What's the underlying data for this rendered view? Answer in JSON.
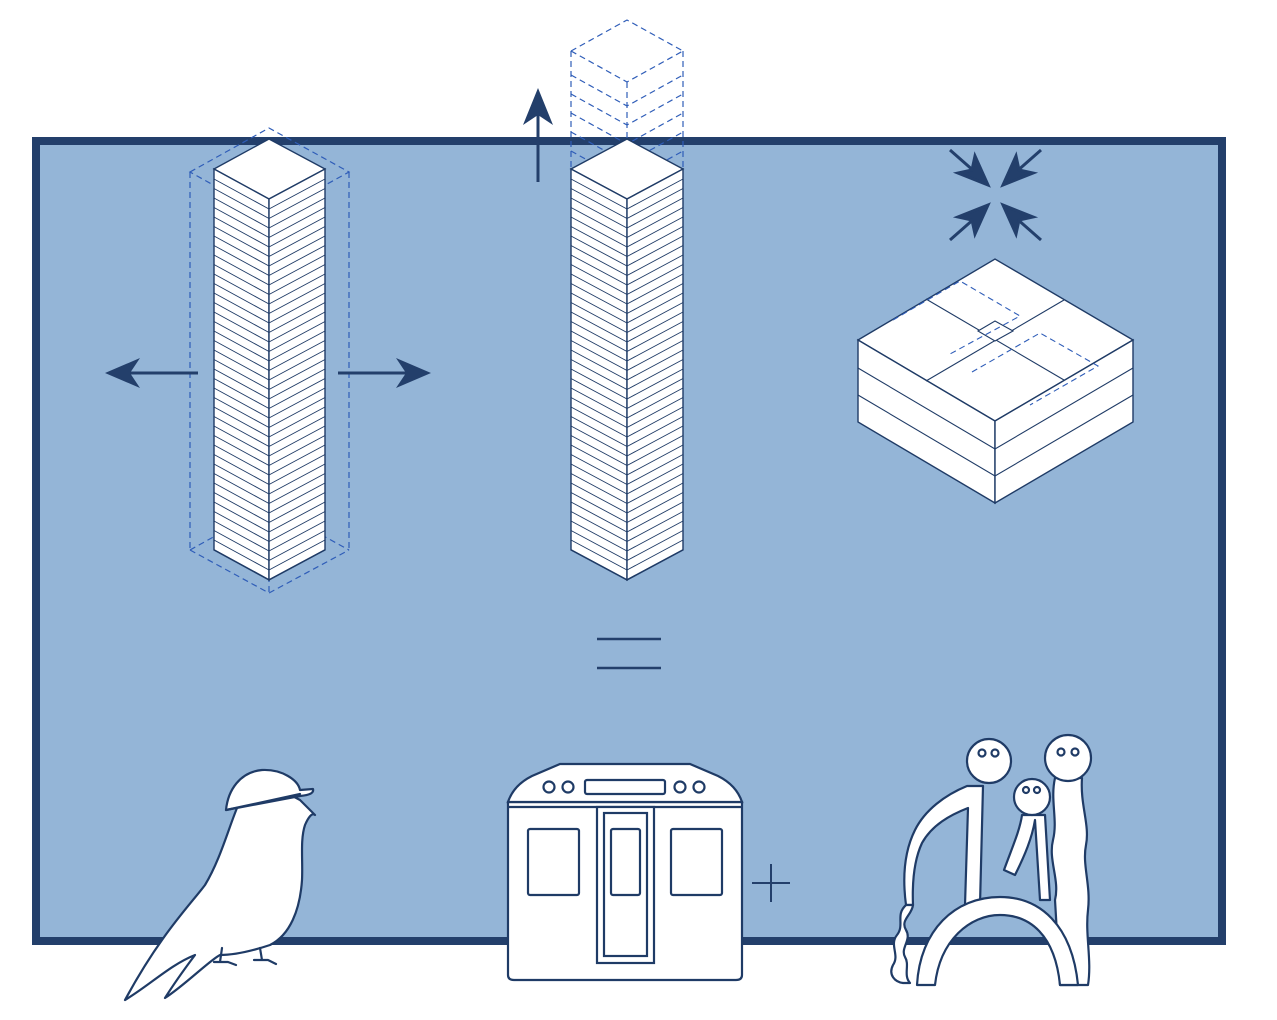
{
  "colors": {
    "panel": "#94b5d7",
    "frame": "#233f6b",
    "line": "#1f3b66",
    "white": "#ffffff",
    "dashed": "#2f5db8"
  },
  "icons": {
    "wider_tower": "isometric-tower-with-dashed-wider-outline",
    "taller_tower": "isometric-tower-with-dashed-extension-on-top",
    "compact_block": "isometric-low-block-with-inward-arrows",
    "equals": "equals-sign",
    "plus": "plus-sign",
    "bird": "bird-wearing-hard-hat",
    "train": "subway-train-front",
    "sculpture": "three-figure-sculpture"
  }
}
